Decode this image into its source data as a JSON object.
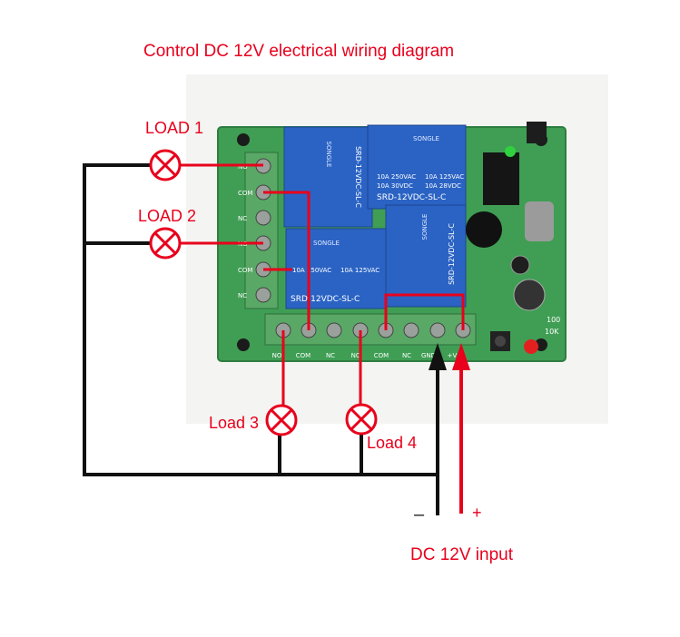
{
  "title": "Control DC 12V electrical wiring diagram",
  "loads": [
    "LOAD 1",
    "LOAD 2",
    "Load 3",
    "Load 4"
  ],
  "power": {
    "minus": "–",
    "plus": "+",
    "label": "DC 12V input"
  },
  "board": {
    "relay_brand": "SONGLE",
    "relay_model": "SRD-12VDC-SL-C",
    "relay_ratings": [
      "10A 250VAC",
      "10A 125VAC",
      "10A 30VDC",
      "10A 28VDC"
    ],
    "bottom_terminals": [
      "NO",
      "COM",
      "NC",
      "NO",
      "COM",
      "NC",
      "GND",
      "+V"
    ],
    "left_terminals": [
      "NO",
      "COM",
      "NC",
      "NO",
      "COM",
      "NC"
    ],
    "pcb_marks": [
      "100",
      "10K"
    ]
  },
  "colors": {
    "wire_live": "#e8001c",
    "wire_neutral": "#111111",
    "pcb": "#3f9e54",
    "relay": "#2b63c4",
    "terminal": "#5aa866"
  }
}
